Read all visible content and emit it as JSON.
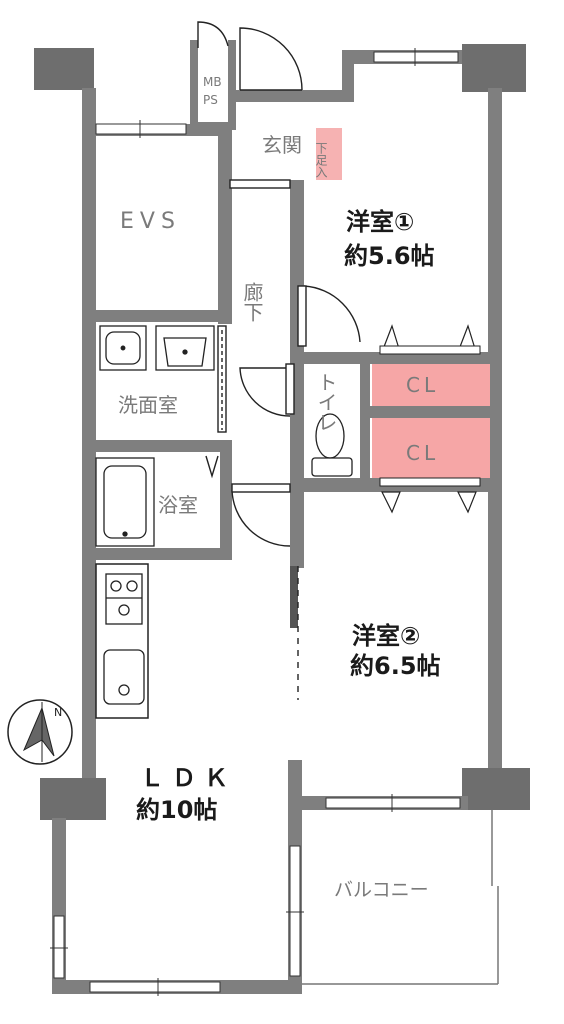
{
  "labels": {
    "mbps_line1": "MB",
    "mbps_line2": "PS",
    "genkan": "玄関",
    "shoe_closet": "下足入",
    "evs": "EVS",
    "yoshitsu1_name": "洋室①",
    "yoshitsu1_size": "約5.6帖",
    "rouka": "廊下",
    "toilet": "トイレ",
    "cl_upper": "CL",
    "cl_lower": "CL",
    "senmen": "洗面室",
    "yokushitsu": "浴室",
    "yoshitsu2_name": "洋室②",
    "yoshitsu2_size": "約6.5帖",
    "ldk_name": "ＬＤＫ",
    "ldk_size": "約10帖",
    "balcony": "バルコニー",
    "compass_n": "N"
  },
  "colors": {
    "wall": "#7f7f7f",
    "wall_dark": "#6e6e6e",
    "closet_fill": "#f6a6a6",
    "shoe_closet_fill": "#f6b2b2",
    "line": "#222222",
    "text_gray": "#7a7a7a",
    "text_dark": "#1a1a1a"
  }
}
